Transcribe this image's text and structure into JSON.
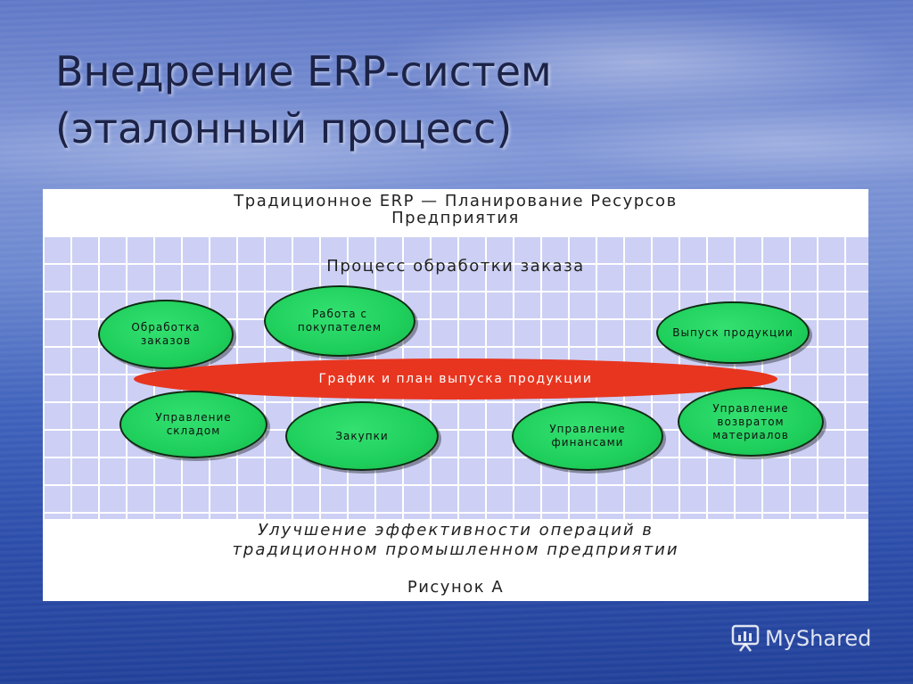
{
  "slide": {
    "title_line1": "Внедрение ERP-систем",
    "title_line2": "(эталонный процесс)"
  },
  "figure": {
    "heading_line1": "Традиционное ERP — Планирование Ресурсов",
    "heading_line2": "Предприятия",
    "process_title": "Процесс обработки заказа",
    "center_bar": "График и план выпуска продукции",
    "nodes": {
      "order_processing": "Обработка заказов",
      "customer_work": "Работа с покупателем",
      "production_output": "Выпуск продукции",
      "warehouse_management": "Управление складом",
      "purchasing": "Закупки",
      "finance_management": "Управление финансами",
      "materials_return": "Управление возвратом материалов"
    },
    "caption_line1": "Улучшение эффективности операций в",
    "caption_line2": "традиционном промышленном предприятии",
    "label": "Рисунок А"
  },
  "watermark": {
    "text": "MyShared",
    "icon": "myshared-logo-icon"
  },
  "colors": {
    "node_fill": "#1fcf5c",
    "center_bar": "#e8351f",
    "grid_background": "#cdd0f4"
  }
}
